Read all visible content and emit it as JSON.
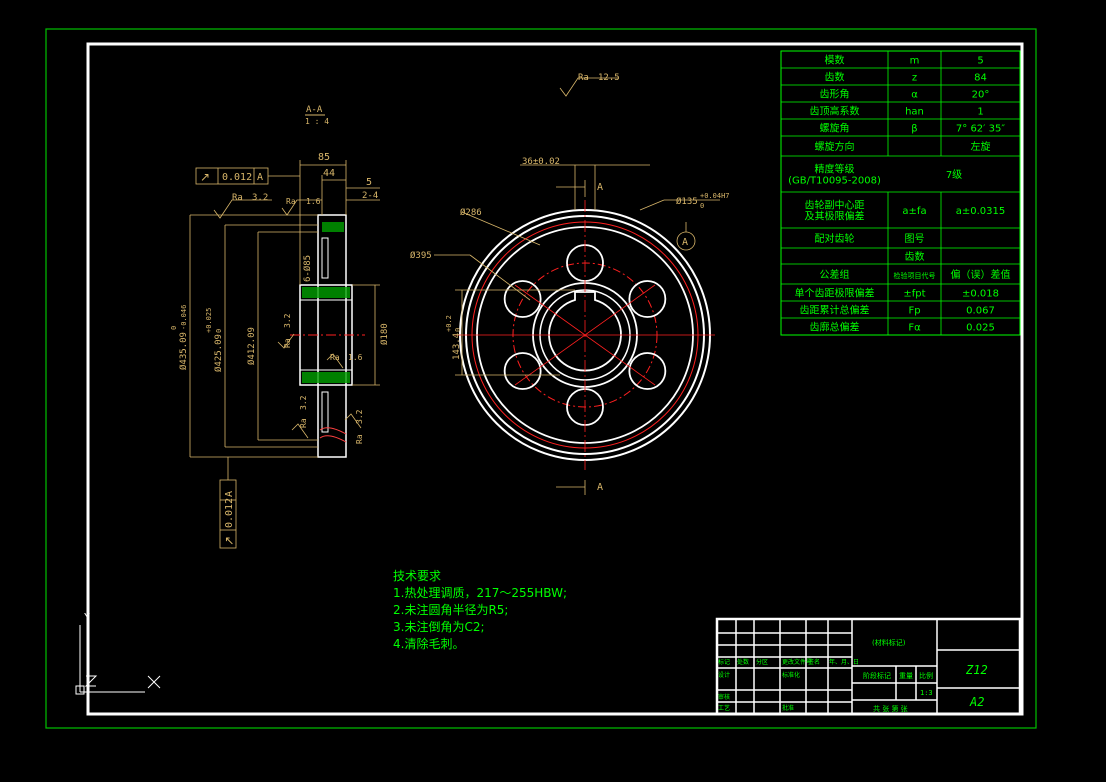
{
  "section_label": "A-A",
  "section_scale": "1 : 4",
  "surface_roughness": {
    "ra_label": "Ra",
    "top_value": "12.5",
    "left_value": "3.2",
    "hub_value": "1.6",
    "bore_value": "3.2",
    "bore2_value": "1.6",
    "lower_value": "3.2",
    "lower2_value": "3.2"
  },
  "tolerance_frames": {
    "top": {
      "symbol": "↗",
      "value": "0.012",
      "datum": "A"
    },
    "bottom": {
      "symbol": "↗",
      "value": "0.012",
      "datum": "A"
    }
  },
  "side_dims": {
    "width_85": "85",
    "width_44": "44",
    "width_5": "5",
    "chamfer": "2-4",
    "holes": "6-Ø85",
    "od": "Ø435.09",
    "od_tol_upper": "0",
    "od_tol_lower": "-0.046",
    "pitch": "Ø425.09",
    "pitch_tol_upper": "+0.025",
    "pitch_tol_lower": "0",
    "root": "Ø412.09",
    "bore": "Ø180"
  },
  "front_dims": {
    "key_width": "36±0.02",
    "bore": "Ø135",
    "bore_tol_upper": "+0.04H7",
    "bore_tol_lower": "0",
    "d286": "Ø286",
    "d395": "Ø395",
    "key_depth": "143.4",
    "key_depth_tol_upper": "+0.2",
    "key_depth_tol_lower": "0",
    "section_mark": "A",
    "datum": "A"
  },
  "param_table": [
    {
      "name": "模数",
      "sym": "m",
      "val": "5"
    },
    {
      "name": "齿数",
      "sym": "z",
      "val": "84"
    },
    {
      "name": "齿形角",
      "sym": "α",
      "val": "20°"
    },
    {
      "name": "齿顶高系数",
      "sym": "han",
      "val": "1"
    },
    {
      "name": "螺旋角",
      "sym": "β",
      "val": "7° 62′ 35″"
    },
    {
      "name": "螺旋方向",
      "sym": "",
      "val": "左旋"
    },
    {
      "name": "精度等级\n(GB/T10095-2008)",
      "sym": "",
      "val": "7级"
    },
    {
      "name": "齿轮副中心距\n及其极限偏差",
      "sym": "a±fa",
      "val": "a±0.0315"
    },
    {
      "name": "配对齿轮",
      "sym": "图号",
      "val": ""
    },
    {
      "name": "",
      "sym": "齿数",
      "val": ""
    },
    {
      "name": "公差组",
      "sym": "检验项目代号",
      "val": "偏（误）差值"
    },
    {
      "name": "单个齿距极限偏差",
      "sym": "±fpt",
      "val": "±0.018"
    },
    {
      "name": "齿距累计总偏差",
      "sym": "Fp",
      "val": "0.067"
    },
    {
      "name": "齿廓总偏差",
      "sym": "Fα",
      "val": "0.025"
    }
  ],
  "tech_requirements": {
    "title": "技术要求",
    "items": [
      "1.热处理调质，217～255HBW;",
      "2.未注圆角半径为R5;",
      "3.未注倒角为C2;",
      "4.清除毛刺。"
    ]
  },
  "title_block": {
    "material": "(材料标记)",
    "drawing_no": "Z12",
    "sheet": "A2",
    "scale_value": "1:3",
    "row_labels": [
      "标记",
      "处数",
      "分区",
      "更改文件号",
      "签名",
      "年、月、日"
    ],
    "row2_labels": [
      "设计",
      "标准化"
    ],
    "row3_labels": [
      "审核"
    ],
    "row4_labels": [
      "工艺",
      "批准"
    ],
    "stage_label": "阶段标记",
    "weight_label": "重量",
    "scale_label": "比例",
    "sheet_label": "共 张 第 张"
  },
  "ucs": {
    "y_label": "Y",
    "x_label": "X"
  },
  "colors": {
    "outer_frame": "#00c000",
    "inner_frame": "#ffffff",
    "dimension": "#d8b66a",
    "table": "#00ff00",
    "center": "#ff2020",
    "hatch": "#00a000"
  }
}
